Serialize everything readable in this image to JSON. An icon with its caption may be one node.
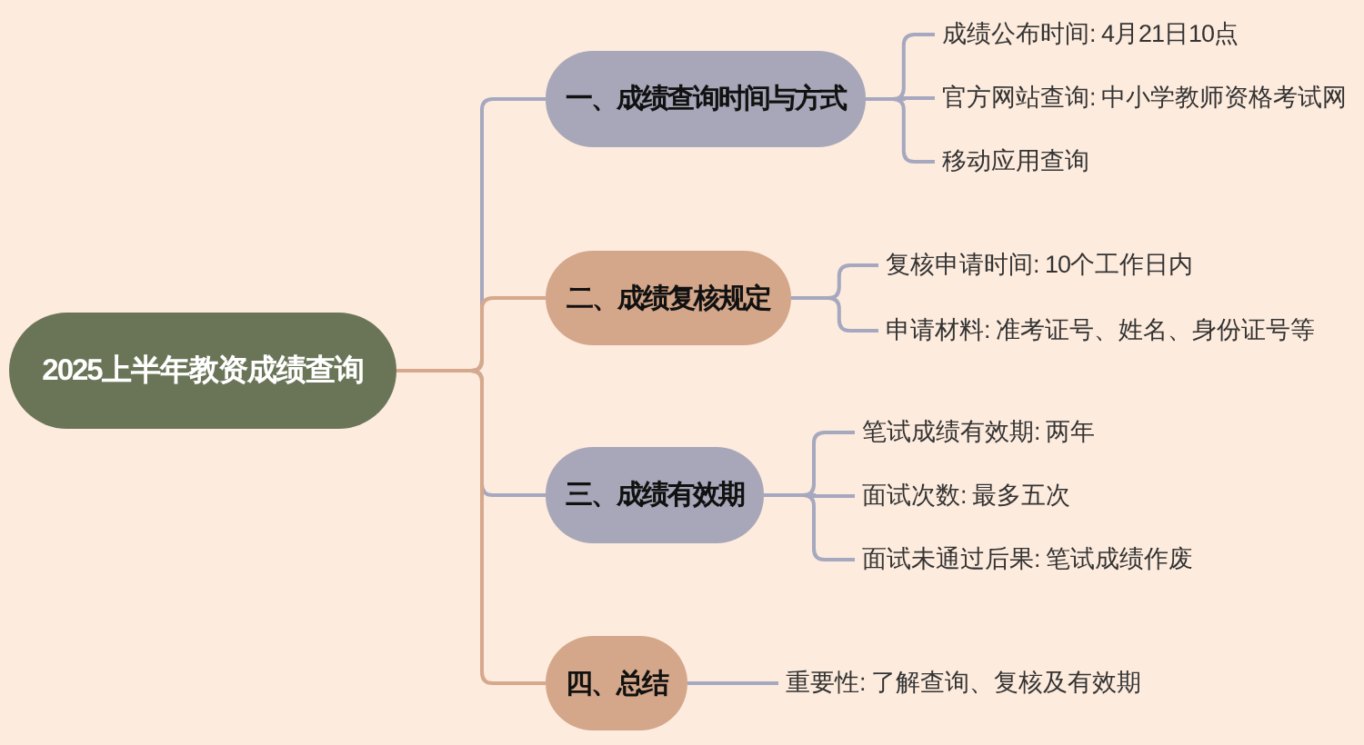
{
  "diagram": {
    "nodes": [
      {
        "text": [
          "2025上半年教资成绩查询"
        ]
      },
      {
        "text": [
          "一、成绩查询时间与方式"
        ]
      },
      {
        "text": [
          "二、成绩复核规定"
        ]
      },
      {
        "text": [
          "三、成绩有效期"
        ]
      },
      {
        "text": [
          "四、总结"
        ]
      },
      {
        "text": [
          "成绩公布时间: 4月21日10点"
        ]
      },
      {
        "text": [
          "官方网站查询: 中小学教师资格考试网"
        ]
      },
      {
        "text": [
          "移动应用查询"
        ]
      },
      {
        "text": [
          "复核申请时间: 10个工作日内"
        ]
      },
      {
        "text": [
          "申请材料: 准考证号、姓名、身份证号等"
        ]
      },
      {
        "text": [
          "笔试成绩有效期: 两年"
        ]
      },
      {
        "text": [
          "面试次数: 最多五次"
        ]
      },
      {
        "text": [
          "面试未通过后果: 笔试成绩作废"
        ]
      },
      {
        "text": [
          "重要性: 了解查询、复核及有效期"
        ]
      }
    ],
    "edges": [
      {
        "from": 0,
        "to": 1,
        "arrow": "none"
      },
      {
        "from": 0,
        "to": 2,
        "arrow": "none",
        "color": "#d6a88c"
      },
      {
        "from": 0,
        "to": 3,
        "arrow": "none"
      },
      {
        "from": 0,
        "to": 4,
        "arrow": "none",
        "color": "#d6a88c"
      },
      {
        "from": 1,
        "to": 5,
        "arrow": "none"
      },
      {
        "from": 1,
        "to": 6,
        "arrow": "none"
      },
      {
        "from": 1,
        "to": 7,
        "arrow": "none"
      },
      {
        "from": 2,
        "to": 8,
        "arrow": "none"
      },
      {
        "from": 2,
        "to": 9,
        "arrow": "none"
      },
      {
        "from": 3,
        "to": 10,
        "arrow": "none"
      },
      {
        "from": 3,
        "to": 11,
        "arrow": "none"
      },
      {
        "from": 3,
        "to": 12,
        "arrow": "none"
      },
      {
        "from": 4,
        "to": 13,
        "arrow": "none"
      }
    ]
  }
}
